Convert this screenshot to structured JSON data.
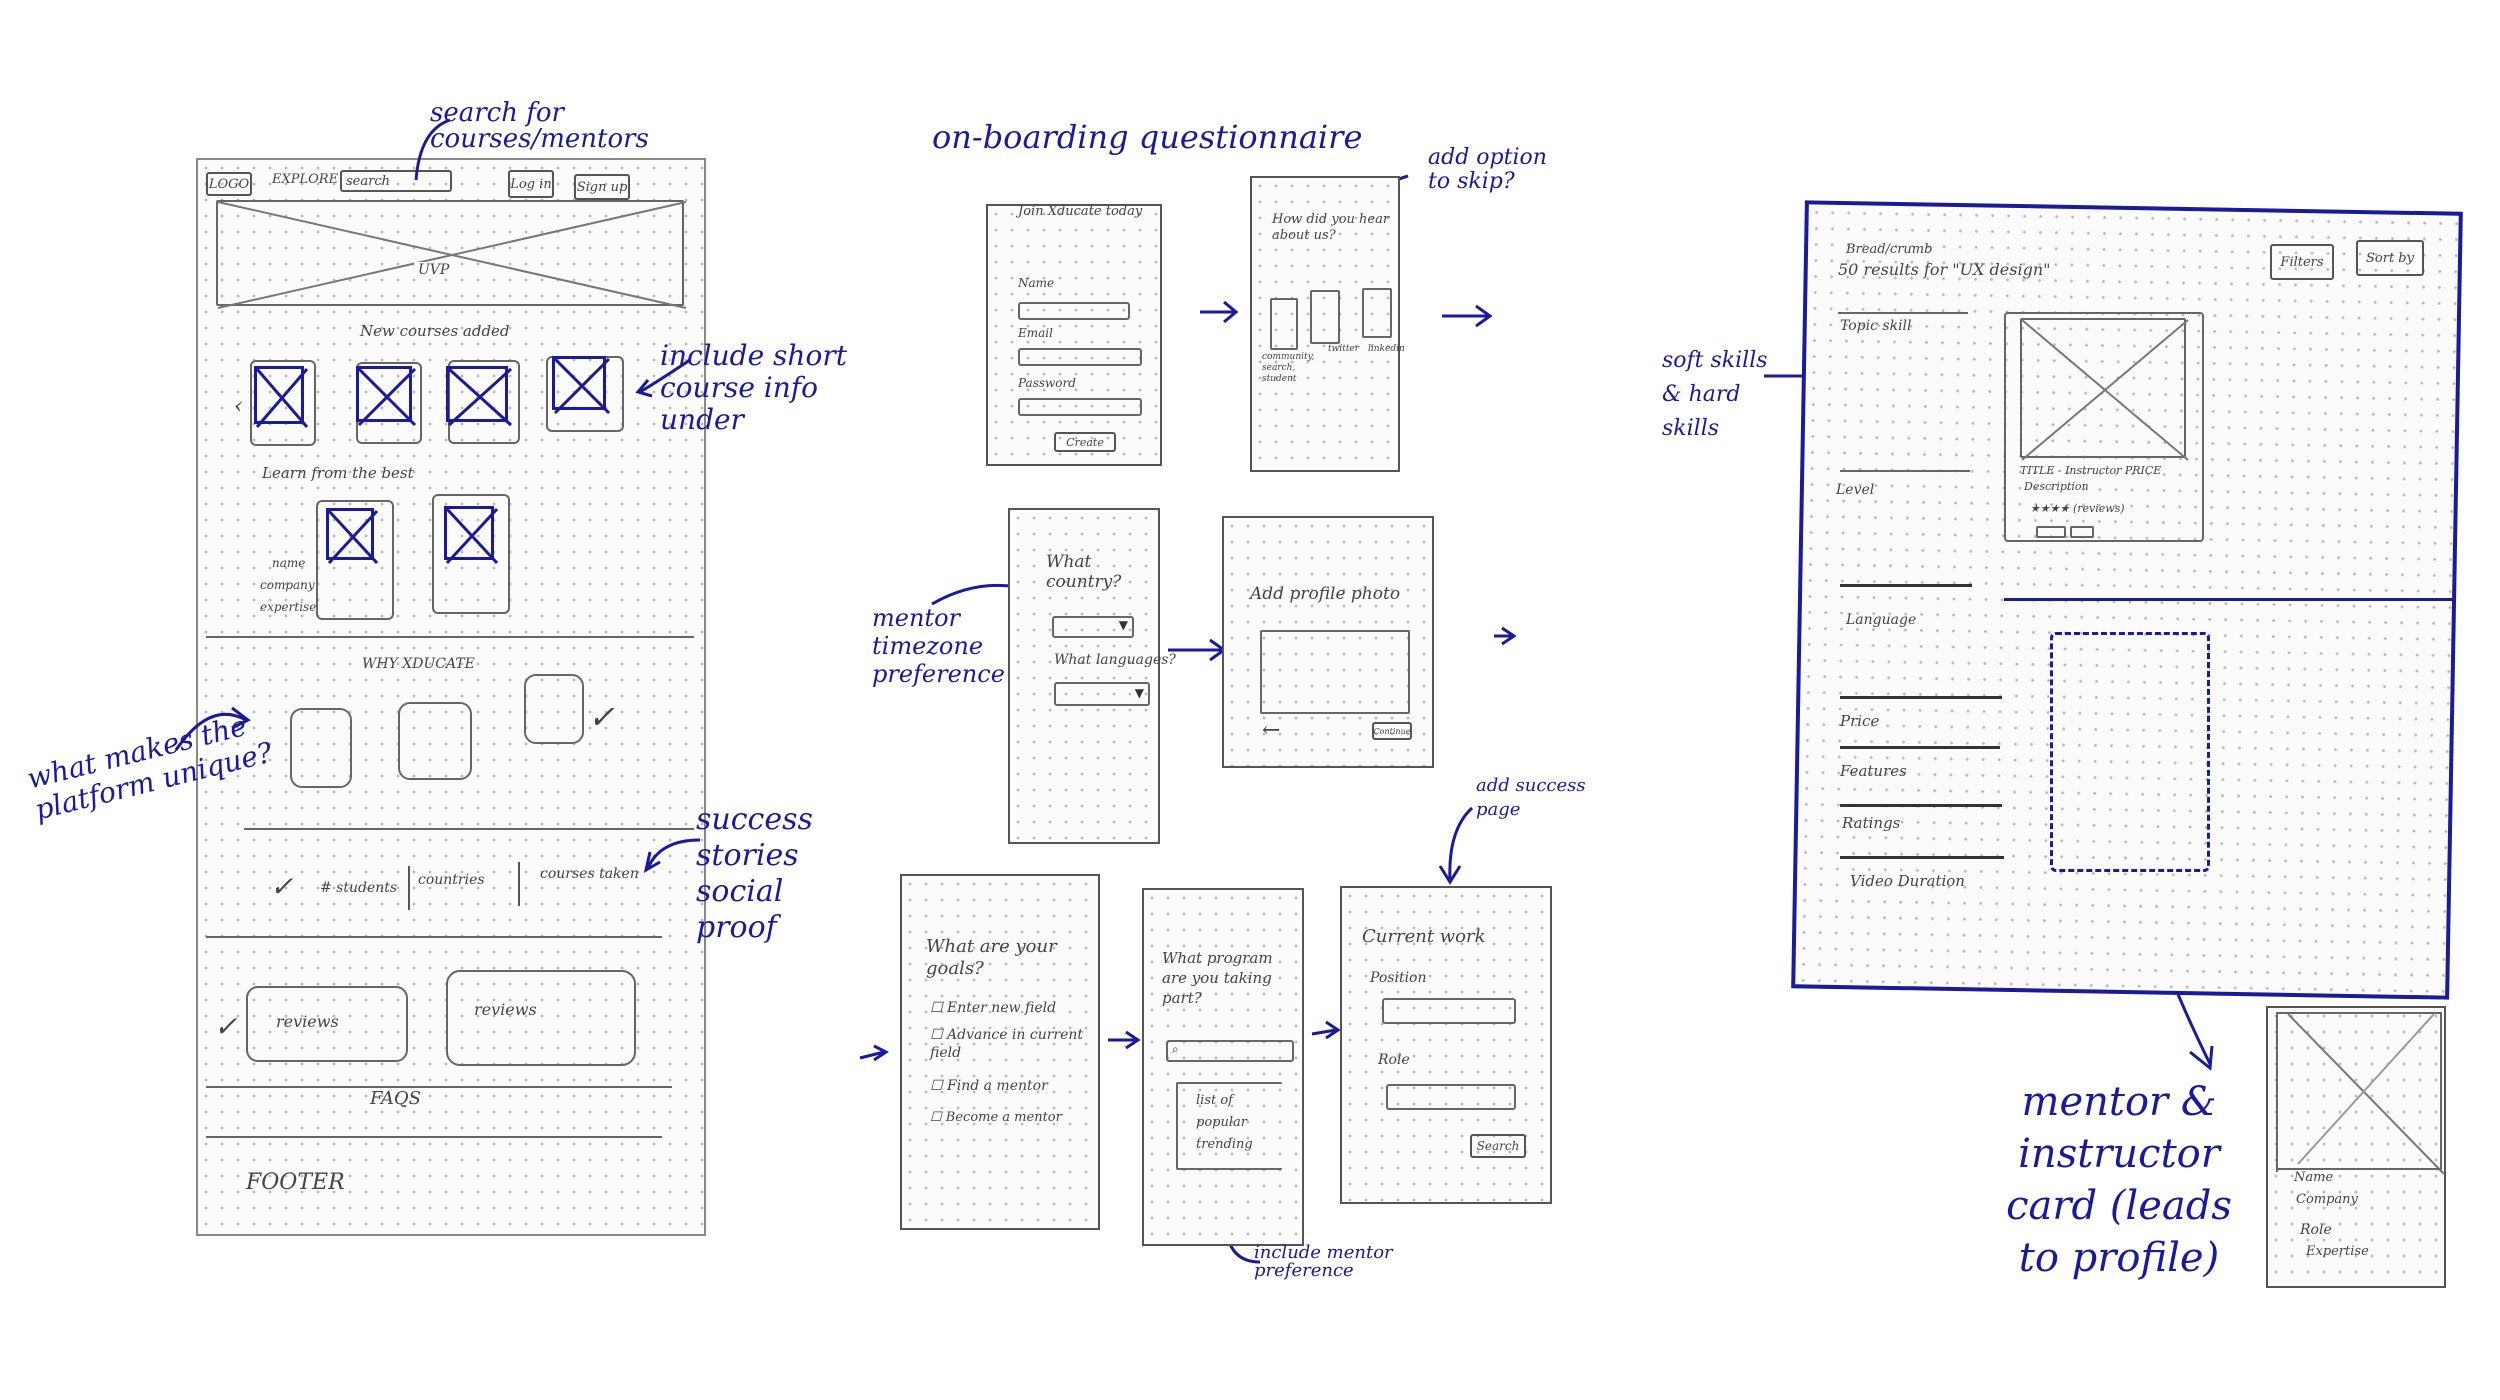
{
  "landing": {
    "logo": "LOGO",
    "explore": "EXPLORE",
    "search": "search",
    "login": "Log in",
    "signup": "Sign up",
    "uvp": "UVP",
    "new_courses": "New courses added",
    "learn_from": "Learn from the best",
    "mentor_meta": [
      "name",
      "company",
      "expertise"
    ],
    "why": "WHY XDUCATE",
    "stats": [
      "# students",
      "countries",
      "courses taken"
    ],
    "reviews": [
      "reviews",
      "reviews"
    ],
    "faqs": "FAQS",
    "footer": "FOOTER"
  },
  "annotations": {
    "search": "search for courses/mentors",
    "short_course": "include short course info under",
    "unique": "what makes the platform unique?",
    "success": "success stories social proof",
    "onboarding": "on-boarding questionnaire",
    "skip": "add option to skip?",
    "timezone": "mentor timezone preference",
    "success_page": "add success page",
    "mentor_pref": "include mentor preference",
    "soft_hard": "soft skills & hard skills",
    "mentor_card": "mentor & instructor card (leads to profile)"
  },
  "onboarding": {
    "join_title": "Join Xducate today",
    "join_fields": [
      "Name",
      "Email",
      "Password"
    ],
    "join_button": "Create",
    "heard_title": "How did you hear about us?",
    "heard_options": [
      "community, search, student",
      "twitter",
      "linkedin"
    ],
    "country_q": "What country?",
    "language_q": "What languages?",
    "photo_title": "Add profile photo",
    "photo_button": "Continue",
    "goals_title": "What are your goals?",
    "goals_options": [
      "Enter new field",
      "Advance in current field",
      "Find a mentor",
      "Become a mentor"
    ],
    "program_title": "What program are you taking part?",
    "program_list": "list of popular trending",
    "current_title": "Current work",
    "current_fields": [
      "Position",
      "Role"
    ],
    "current_button": "Search"
  },
  "results": {
    "breadcrumb": "Bread/crumb",
    "heading": "50 results for \"UX design\"",
    "filters": "Filters",
    "sort": "Sort by",
    "filter_labels": [
      "Topic skill",
      "Level",
      "Language",
      "Price",
      "Features",
      "Ratings",
      "Video Duration"
    ],
    "card_title": "TITLE - Instructor   PRICE",
    "card_desc": "Description",
    "card_rating": "★★★★ (reviews)"
  },
  "mentor_card": {
    "lines": [
      "Name",
      "Company",
      "Role",
      "Expertise"
    ]
  }
}
